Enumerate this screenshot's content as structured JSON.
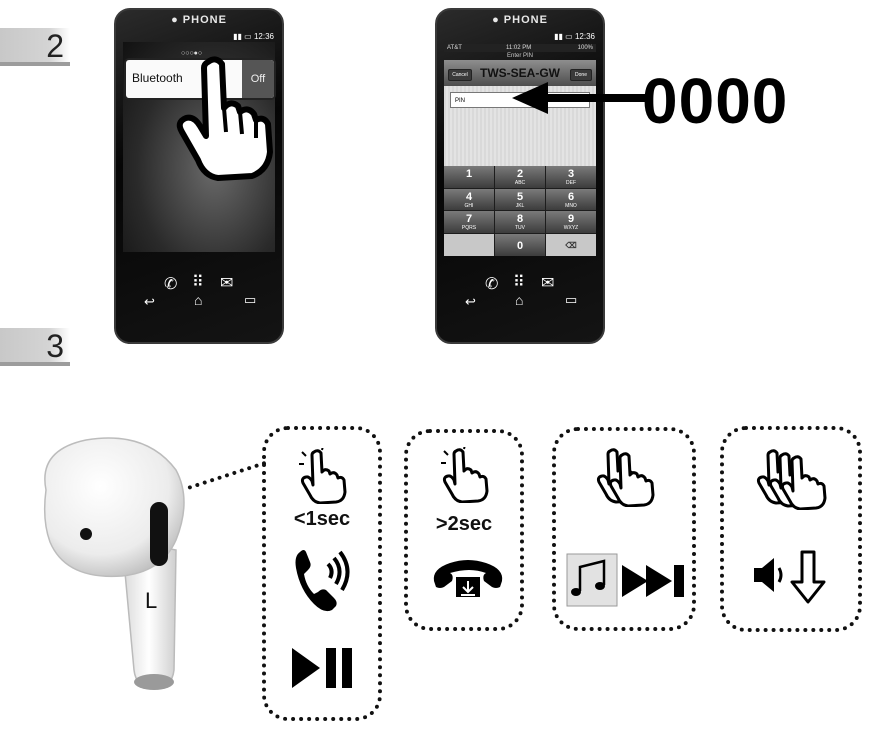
{
  "steps": [
    {
      "number": "2"
    },
    {
      "number": "3"
    }
  ],
  "phone1": {
    "brand": "PHONE",
    "status_time": "12:36",
    "bluetooth_label": "Bluetooth",
    "toggle_state": "Off"
  },
  "phone2": {
    "brand": "PHONE",
    "status_time": "12:36",
    "ios_carrier": "AT&T",
    "ios_time": "11:02 PM",
    "ios_battery": "100%",
    "prompt": "Enter PIN",
    "cancel_label": "Cancel",
    "done_label": "Done",
    "device_name": "TWS-SEA-GW",
    "pin_label": "PIN",
    "keys": [
      {
        "digit": "1",
        "letters": ""
      },
      {
        "digit": "2",
        "letters": "ABC"
      },
      {
        "digit": "3",
        "letters": "DEF"
      },
      {
        "digit": "4",
        "letters": "GHI"
      },
      {
        "digit": "5",
        "letters": "JKL"
      },
      {
        "digit": "6",
        "letters": "MNO"
      },
      {
        "digit": "7",
        "letters": "PQRS"
      },
      {
        "digit": "8",
        "letters": "TUV"
      },
      {
        "digit": "9",
        "letters": "WXYZ"
      },
      {
        "digit": "",
        "letters": ""
      },
      {
        "digit": "0",
        "letters": ""
      },
      {
        "digit": "⌫",
        "letters": ""
      }
    ]
  },
  "pin_code": "0000",
  "earbud": {
    "side_label": "L"
  },
  "gestures": [
    {
      "taps": 1,
      "duration": "<1sec",
      "icons": [
        "answer-call-icon",
        "play-pause-icon"
      ]
    },
    {
      "taps": 1,
      "duration": ">2sec",
      "icons": [
        "hang-up-icon"
      ]
    },
    {
      "taps": 2,
      "duration": "",
      "icons": [
        "music-note-icon",
        "next-track-icon"
      ]
    },
    {
      "taps": 3,
      "duration": "",
      "icons": [
        "volume-down-icon"
      ]
    }
  ],
  "colors": {
    "ink": "#111111",
    "tab_gray": "#c8c8c8"
  }
}
